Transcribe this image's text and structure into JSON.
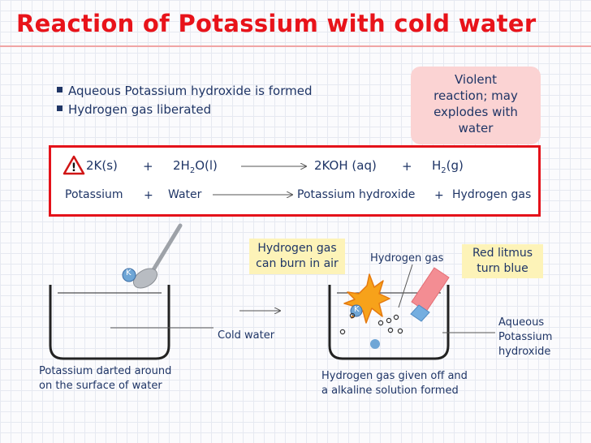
{
  "title": "Reaction of Potassium with cold water",
  "bullets": [
    "Aqueous Potassium hydroxide is formed",
    "Hydrogen gas liberated"
  ],
  "callout_violent": [
    "Violent",
    "reaction; may",
    "explodes with",
    "water"
  ],
  "equation": {
    "reactant1": "2K(s)",
    "plus1": "+",
    "reactant2_pre": "2H",
    "reactant2_sub": "2",
    "reactant2_post": "O(l)",
    "product1": "2KOH (aq)",
    "plus2": "+",
    "product2_pre": "H",
    "product2_sub": "2",
    "product2_post": "(g)"
  },
  "word_equation": {
    "w1": "Potassium",
    "p1": "+",
    "w2": "Water",
    "w3": "Potassium hydroxide",
    "p2": "+",
    "w4": "Hydrogen gas"
  },
  "labels": {
    "hydrogen_burn": [
      "Hydrogen gas",
      "can burn in air"
    ],
    "hydrogen_gas": "Hydrogen gas",
    "red_litmus": [
      "Red litmus",
      "turn blue"
    ],
    "cold_water": "Cold water",
    "aqueous": [
      "Aqueous",
      "Potassium",
      "hydroxide"
    ],
    "darted": [
      "Potassium darted around",
      "on the surface of water"
    ],
    "given_off": [
      "Hydrogen gas given off and",
      "a alkaline solution formed"
    ],
    "k_symbol": "K"
  },
  "colors": {
    "title_red": "#e8131a",
    "box_red": "#e4121a",
    "callout_pink": "#fbd3d3",
    "yellow": "#fdf3b8",
    "text_navy": "#1f3566"
  }
}
